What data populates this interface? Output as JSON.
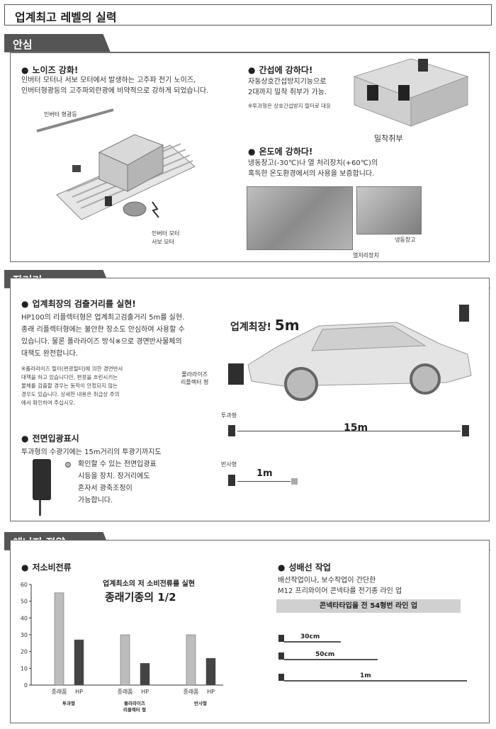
{
  "page_title": "업계최고 레벨의 실력",
  "sections": {
    "s1": {
      "title": "안심",
      "noise": {
        "heading": "노이즈 강화!",
        "text1": "인버터 모터나 서보 모터에서 발생하는 고주파 전기 노이즈,",
        "text2": "인버터형광등의 고주파외란광에 비약적으로 강하게 되었습니다.",
        "label_lamp": "인버터 형광등",
        "label_motor1": "인버터 모터",
        "label_motor2": "서보 모터"
      },
      "interference": {
        "heading": "간섭에 강하다!",
        "text1": "자동상호간섭방지기능으로",
        "text2": "2대까지 밀착 취부가 가능.",
        "note": "※투과형은 상호간섭방지 필터로 대응",
        "label": "밀착취부"
      },
      "temperature": {
        "heading": "온도에 강하다!",
        "text1": "냉동창고(-30℃)나 열 처리장치(+60℃)의",
        "text2": "혹독한 온도환경에서의 사용을 보증합니다.",
        "label_heat": "열처리장치",
        "label_freezer": "냉동창고"
      }
    },
    "s2": {
      "title": "장거리",
      "range": {
        "heading": "업계최장의 검출거리를 실현!",
        "text1": "HP100의 리플렉터형은 업계최고검출거리 5m를 실현.",
        "text2": "종래 리플렉터형에는 불안한 장소도 안심하여 사용할 수",
        "text3": "있습니다. 물론 폴라라이즈 방식※으로 경면반사물체의",
        "text4": "대책도 완전합니다.",
        "note1": "※폴라라이즈 필터(편광필터)에 의한 경면반사",
        "note2": "대책을 하고 있습니다만, 편광을 흐린시키는",
        "note3": "물체를 검출할 경우는 동작이 안정되지 않는",
        "note4": "경우도 있습니다. 상세한 내용은 취급상 주의",
        "note5": "에서 확인하여 주십시오.",
        "callout_prefix": "업계최장!",
        "callout_value": "5m",
        "polarize_label1": "폴라라이즈",
        "polarize_label2": "리플렉터 형",
        "thru_label": "투과형",
        "thru_dist": "15m",
        "diffuse_label": "반사형",
        "diffuse_dist": "1m"
      },
      "indicator": {
        "heading": "전면입광표시",
        "text1": "투과형의 수광기에는 15m거리의 투광기까지도",
        "text2": "확인할 수 있는 전면입광표",
        "text3": "시등을 장치. 장거리에도",
        "text4": "혼자서 광축조정이",
        "text5": "가능합니다."
      }
    },
    "s3": {
      "title": "에너지 절약",
      "power": {
        "heading": "저소비전류",
        "chart_title1": "업계최소의 저 소비전류를 실현",
        "chart_title2": "종래기종의 1/2"
      },
      "wiring": {
        "heading": "성배선 작업",
        "text1": "배선작업이나, 보수작업이 간단한",
        "text2": "M12 프리와이어 콘넥타를 전기종 라인 업",
        "banner": "콘넥타타입을 전 54형번 라인 업",
        "cable1": "30cm",
        "cable2": "50cm",
        "cable3": "1m"
      }
    }
  },
  "chart_data": {
    "type": "bar",
    "title": "업계최소의 저 소비전류를 실현",
    "subtitle": "종래기종의 1/2",
    "ylim": [
      0,
      60
    ],
    "yticks": [
      0,
      10,
      20,
      30,
      40,
      50,
      60
    ],
    "groups": [
      "투과형",
      "폴라라이즈\n리플렉터 형",
      "반사형"
    ],
    "categories": [
      "종래품",
      "HP"
    ],
    "series": [
      {
        "name": "종래품",
        "color": "#bdbdbd",
        "values": [
          55,
          30,
          30
        ]
      },
      {
        "name": "HP",
        "color": "#444444",
        "values": [
          27,
          13,
          16
        ]
      }
    ],
    "group_labels": [
      "투과형",
      "폴라라이즈 리플렉터 형",
      "반사형"
    ]
  }
}
